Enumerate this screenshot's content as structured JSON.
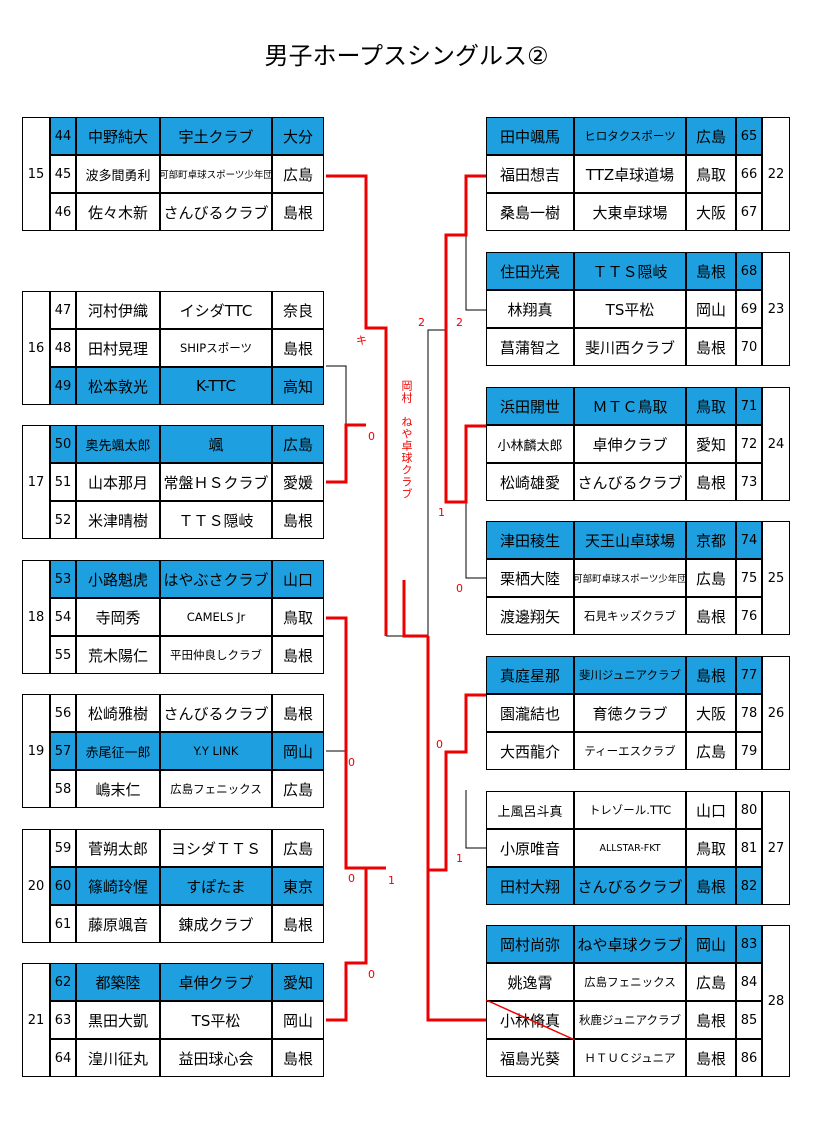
{
  "title": "男子ホープスシングルス②",
  "left_groups": [
    {
      "group": "15",
      "players": [
        {
          "no": "44",
          "name": "中野純大",
          "club": "宇土クラブ",
          "pref": "大分",
          "hl": true
        },
        {
          "no": "45",
          "name": "波多間勇利",
          "club": "可部町卓球スポーツ少年団",
          "pref": "広島",
          "hl": false
        },
        {
          "no": "46",
          "name": "佐々木新",
          "club": "さんびるクラブ",
          "pref": "島根",
          "hl": false
        }
      ]
    },
    {
      "group": "16",
      "players": [
        {
          "no": "47",
          "name": "河村伊織",
          "club": "イシダTTC",
          "pref": "奈良",
          "hl": false
        },
        {
          "no": "48",
          "name": "田村晃理",
          "club": "SHIPスポーツ",
          "pref": "島根",
          "hl": false
        },
        {
          "no": "49",
          "name": "松本敦光",
          "club": "K-TTC",
          "pref": "高知",
          "hl": true
        }
      ]
    },
    {
      "group": "17",
      "players": [
        {
          "no": "50",
          "name": "奥先颯太郎",
          "club": "颯",
          "pref": "広島",
          "hl": true
        },
        {
          "no": "51",
          "name": "山本那月",
          "club": "常盤ＨＳクラブ",
          "pref": "愛媛",
          "hl": false
        },
        {
          "no": "52",
          "name": "米津晴樹",
          "club": "ＴＴＳ隠岐",
          "pref": "島根",
          "hl": false
        }
      ]
    },
    {
      "group": "18",
      "players": [
        {
          "no": "53",
          "name": "小路魁虎",
          "club": "はやぶさクラブ",
          "pref": "山口",
          "hl": true
        },
        {
          "no": "54",
          "name": "寺岡秀",
          "club": "CAMELS Jr",
          "pref": "鳥取",
          "hl": false
        },
        {
          "no": "55",
          "name": "荒木陽仁",
          "club": "平田仲良しクラブ",
          "pref": "島根",
          "hl": false
        }
      ]
    },
    {
      "group": "19",
      "players": [
        {
          "no": "56",
          "name": "松崎雅樹",
          "club": "さんびるクラブ",
          "pref": "島根",
          "hl": false
        },
        {
          "no": "57",
          "name": "赤尾征一郎",
          "club": "Y.Y LINK",
          "pref": "岡山",
          "hl": true
        },
        {
          "no": "58",
          "name": "嶋末仁",
          "club": "広島フェニックス",
          "pref": "広島",
          "hl": false
        }
      ]
    },
    {
      "group": "20",
      "players": [
        {
          "no": "59",
          "name": "菅朔太郎",
          "club": "ヨシダＴＴＳ",
          "pref": "広島",
          "hl": false
        },
        {
          "no": "60",
          "name": "篠崎玲惺",
          "club": "すぽたま",
          "pref": "東京",
          "hl": true
        },
        {
          "no": "61",
          "name": "藤原颯音",
          "club": "錬成クラブ",
          "pref": "島根",
          "hl": false
        }
      ]
    },
    {
      "group": "21",
      "players": [
        {
          "no": "62",
          "name": "都築陸",
          "club": "卓伸クラブ",
          "pref": "愛知",
          "hl": true
        },
        {
          "no": "63",
          "name": "黒田大凱",
          "club": "TS平松",
          "pref": "岡山",
          "hl": false
        },
        {
          "no": "64",
          "name": "湟川征丸",
          "club": "益田球心会",
          "pref": "島根",
          "hl": false
        }
      ]
    }
  ],
  "right_groups": [
    {
      "group": "22",
      "players": [
        {
          "no": "65",
          "name": "田中颯馬",
          "club": "ヒロタクスポーツ",
          "pref": "広島",
          "hl": true
        },
        {
          "no": "66",
          "name": "福田想吉",
          "club": "TTZ卓球道場",
          "pref": "鳥取",
          "hl": false
        },
        {
          "no": "67",
          "name": "桑島一樹",
          "club": "大東卓球場",
          "pref": "大阪",
          "hl": false
        }
      ]
    },
    {
      "group": "23",
      "players": [
        {
          "no": "68",
          "name": "住田光亮",
          "club": "ＴＴＳ隠岐",
          "pref": "島根",
          "hl": true
        },
        {
          "no": "69",
          "name": "林翔真",
          "club": "TS平松",
          "pref": "岡山",
          "hl": false
        },
        {
          "no": "70",
          "name": "菖蒲智之",
          "club": "斐川西クラブ",
          "pref": "島根",
          "hl": false
        }
      ]
    },
    {
      "group": "24",
      "players": [
        {
          "no": "71",
          "name": "浜田開世",
          "club": "ＭＴＣ鳥取",
          "pref": "鳥取",
          "hl": true
        },
        {
          "no": "72",
          "name": "小林麟太郎",
          "club": "卓伸クラブ",
          "pref": "愛知",
          "hl": false
        },
        {
          "no": "73",
          "name": "松崎雄愛",
          "club": "さんびるクラブ",
          "pref": "島根",
          "hl": false
        }
      ]
    },
    {
      "group": "25",
      "players": [
        {
          "no": "74",
          "name": "津田稜生",
          "club": "天王山卓球場",
          "pref": "京都",
          "hl": true
        },
        {
          "no": "75",
          "name": "栗栖大陸",
          "club": "可部町卓球スポーツ少年団",
          "pref": "広島",
          "hl": false
        },
        {
          "no": "76",
          "name": "渡邊翔矢",
          "club": "石見キッズクラブ",
          "pref": "島根",
          "hl": false
        }
      ]
    },
    {
      "group": "26",
      "players": [
        {
          "no": "77",
          "name": "真庭星那",
          "club": "斐川ジュニアクラブ",
          "pref": "島根",
          "hl": true
        },
        {
          "no": "78",
          "name": "園瀧結也",
          "club": "育徳クラブ",
          "pref": "大阪",
          "hl": false
        },
        {
          "no": "79",
          "name": "大西龍介",
          "club": "ティーエスクラブ",
          "pref": "広島",
          "hl": false
        }
      ]
    },
    {
      "group": "27",
      "players": [
        {
          "no": "80",
          "name": "上風呂斗真",
          "club": "トレゾール.TTC",
          "pref": "山口",
          "hl": false
        },
        {
          "no": "81",
          "name": "小原唯音",
          "club": "ALLSTAR-FKT",
          "pref": "鳥取",
          "hl": false
        },
        {
          "no": "82",
          "name": "田村大翔",
          "club": "さんびるクラブ",
          "pref": "島根",
          "hl": true
        }
      ]
    },
    {
      "group": "28",
      "players": [
        {
          "no": "83",
          "name": "岡村尚弥",
          "club": "ねや卓球クラブ",
          "pref": "岡山",
          "hl": true
        },
        {
          "no": "84",
          "name": "姚逸霄",
          "club": "広島フェニックス",
          "pref": "広島",
          "hl": false
        },
        {
          "no": "85",
          "name": "小林脩真",
          "club": "秋鹿ジュニアクラブ",
          "pref": "島根",
          "hl": false
        },
        {
          "no": "86",
          "name": "福島光葵",
          "club": "ＨＴＵＣジュニア",
          "pref": "島根",
          "hl": false
        }
      ]
    }
  ],
  "scores": {
    "s_l_ki": "キ",
    "s_l_0a": "0",
    "s_l_0b": "0",
    "s_l_0c": "0",
    "s_l_1": "1",
    "s_l_0d": "0",
    "s_c_2a": "2",
    "s_c_2b": "2",
    "s_c_1": "1",
    "s_c_0a": "0",
    "s_c_0b": "0",
    "s_c_1b": "1"
  },
  "champion_label": "岡村　ねや卓球クラブ"
}
